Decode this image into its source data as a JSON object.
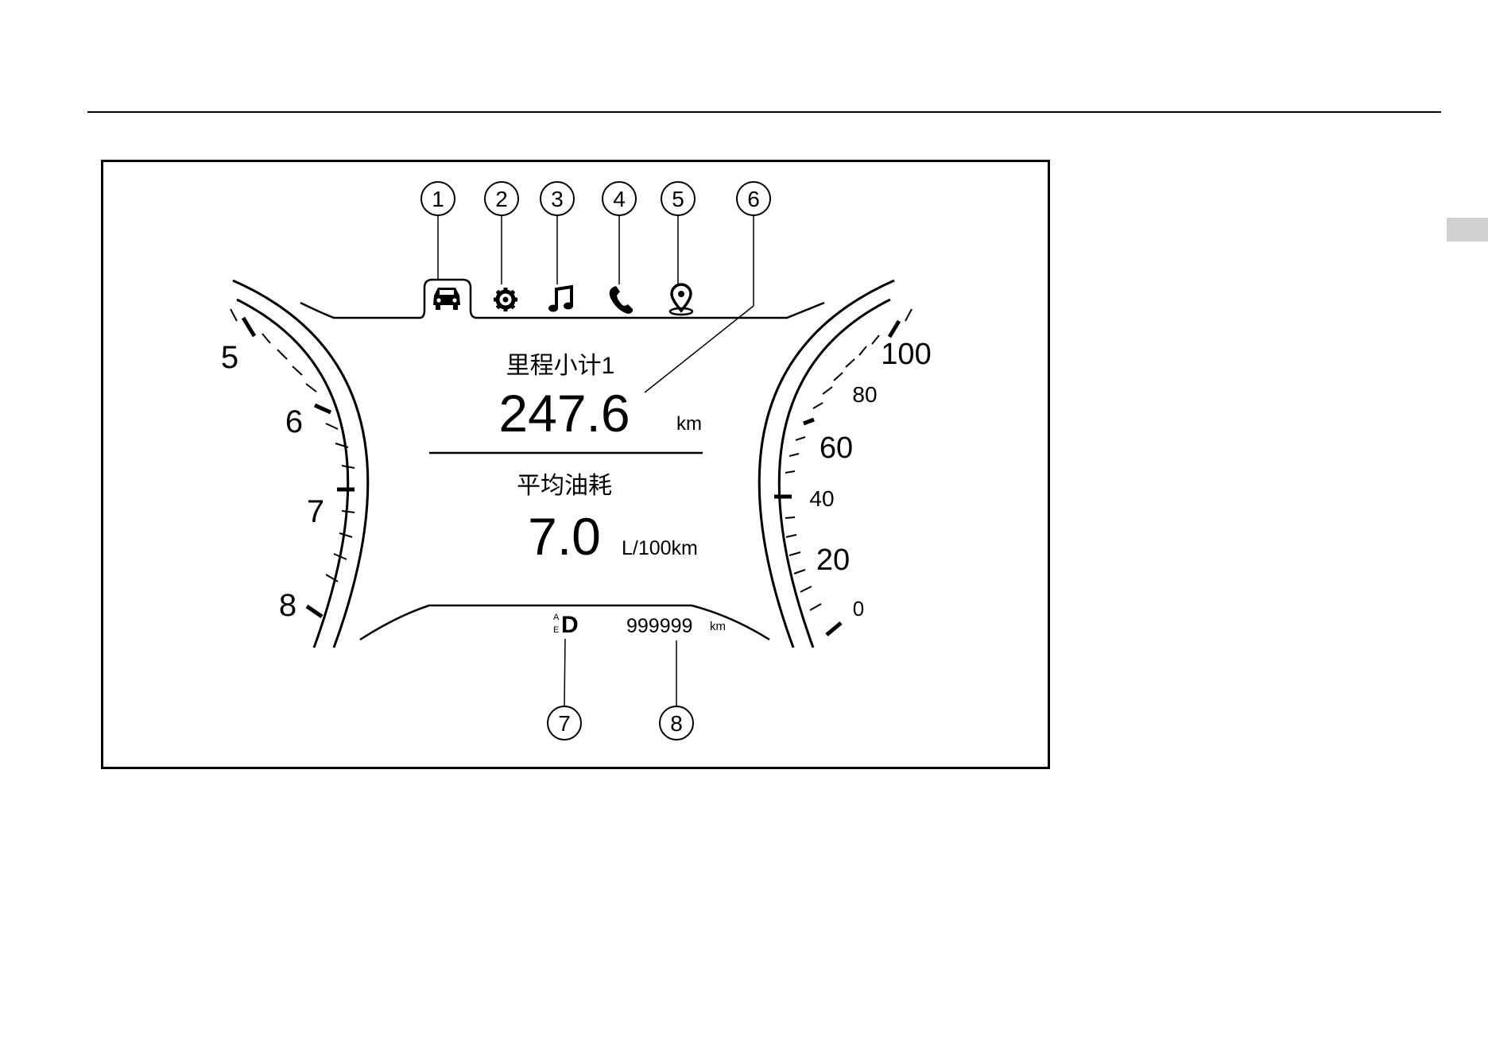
{
  "callouts": [
    "1",
    "2",
    "3",
    "4",
    "5",
    "6",
    "7",
    "8"
  ],
  "tabs": [
    {
      "icon": "car-icon"
    },
    {
      "icon": "gear-icon"
    },
    {
      "icon": "music-note-icon"
    },
    {
      "icon": "phone-icon"
    },
    {
      "icon": "location-pin-icon"
    }
  ],
  "trip": {
    "label": "里程小计1",
    "value": "247.6",
    "unit": "km"
  },
  "fuel": {
    "label": "平均油耗",
    "value": "7.0",
    "unit": "L/100km"
  },
  "gear": {
    "mode_top": "A",
    "mode_bottom": "E",
    "gear": "D"
  },
  "odometer": {
    "value": "999999",
    "unit": "km"
  },
  "tachometer": {
    "labels": [
      "5",
      "6",
      "7",
      "8"
    ]
  },
  "speedometer": {
    "labels": [
      "100",
      "80",
      "60",
      "40",
      "20",
      "0"
    ]
  }
}
